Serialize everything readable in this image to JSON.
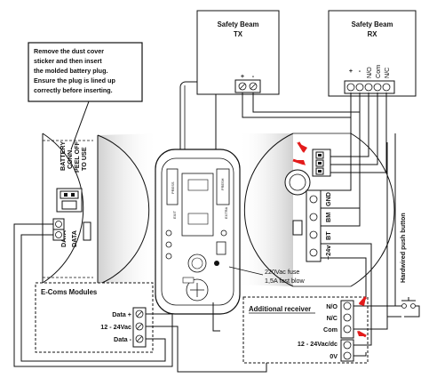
{
  "safety_beam_tx": {
    "title": "Safety Beam",
    "sub": "TX",
    "terminals": [
      "+",
      "-"
    ]
  },
  "safety_beam_rx": {
    "title": "Safety Beam",
    "sub": "RX",
    "terminals": [
      "+",
      "-",
      "N/O",
      "Com",
      "N/C"
    ]
  },
  "callout": {
    "lines": [
      "Remove the dust cover",
      "sticker and then insert",
      "the molded battery plug.",
      "Ensure the plug is lined up",
      "correctly before inserting."
    ]
  },
  "left_board": {
    "labels": [
      "BATTERY",
      "CONN.",
      "PEEL OFF",
      "TO USE"
    ],
    "data_labels": [
      "DATA",
      "DATA"
    ]
  },
  "right_board": {
    "labels": [
      "GND",
      "BM",
      "BT",
      "+24v"
    ]
  },
  "pcb_labels": [
    "PRESS",
    "FRESH",
    "EXTRA",
    "EXIT"
  ],
  "fuse_note": {
    "line1": "220Vac fuse",
    "line2": "1,5A fast blow"
  },
  "ecoms": {
    "title": "E-Coms Modules",
    "terminals": [
      "Data +",
      "12 - 24Vac",
      "Data -"
    ]
  },
  "receiver": {
    "title": "Additional receiver",
    "terminals": [
      "N/O",
      "N/C",
      "Com",
      "12 - 24Vac/dc",
      "0V"
    ]
  },
  "push_button": {
    "label": "Hardwired push button"
  },
  "colors": {
    "arrow": "#e31b1b",
    "ink": "#111111",
    "gray": "#9a9a9a",
    "light_gray": "#d9d9d9"
  }
}
